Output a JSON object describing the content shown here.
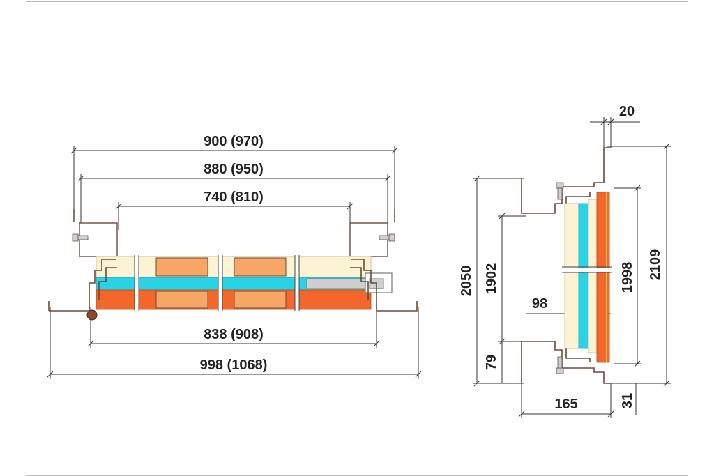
{
  "colors": {
    "insulation_cream": "#fcf2d4",
    "cyan_layer": "#29d3e6",
    "orange_skin": "#f4672b",
    "light_orange_block": "#f6a765",
    "grey_bolt": "#cfcfcf",
    "profile_brown": "#6b4b3b",
    "rule_grey": "#b8b8b8"
  },
  "plan_view": {
    "dim_overall_top": "900 (970)",
    "dim_frame_outer": "880 (950)",
    "dim_clear_opening": "740 (810)",
    "dim_leaf": "838 (908)",
    "dim_overall_bottom": "998 (1068)"
  },
  "section_view": {
    "dim_top_offset": "20",
    "dim_height_total": "2050",
    "dim_height_clear": "1902",
    "dim_leaf_height": "1998",
    "dim_height_overall": "2109",
    "dim_leaf_thickness": "98",
    "dim_bottom_gap": "79",
    "dim_depth": "165",
    "dim_bottom_offset": "31"
  }
}
